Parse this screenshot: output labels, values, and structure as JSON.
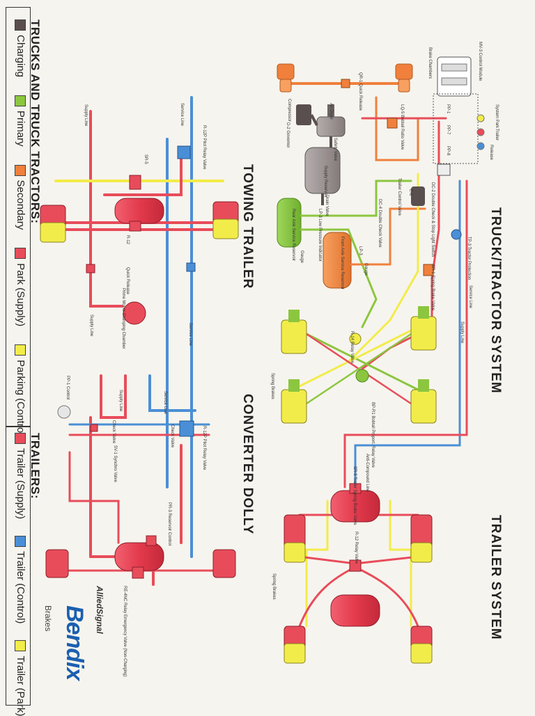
{
  "legend": {
    "truck_heading": "TRUCKS AND TRUCK TRACTORS:",
    "truck_items": [
      {
        "label": "Charging",
        "color": "#5a4f4f"
      },
      {
        "label": "Primary",
        "color": "#8cc63f"
      },
      {
        "label": "Secondary",
        "color": "#f0803c"
      },
      {
        "label": "Park (Supply)",
        "color": "#e84c5a"
      },
      {
        "label": "Parking (Control)",
        "color": "#f2ec4a"
      }
    ],
    "trailer_heading": "TRAILERS:",
    "trailer_items": [
      {
        "label": "Trailer (Supply)",
        "color": "#e84c5a"
      },
      {
        "label": "Trailer (Control)",
        "color": "#4a8fd6"
      },
      {
        "label": "Trailer (Park)",
        "color": "#f2ec4a"
      }
    ]
  },
  "titles": {
    "towing_trailer": "TOWING TRAILER",
    "converter_dolly": "CONVERTER DOLLY",
    "truck_tractor_system": "TRUCK/TRACTOR SYSTEM",
    "trailer_system": "TRAILER SYSTEM"
  },
  "brand": {
    "logo": "Bendix",
    "sub": "Brakes",
    "corp": "AlliedSignal"
  },
  "labels": {
    "r12p_pilot_relay": "R-12P Pilot Relay Valve",
    "service_line_towing": "Service Line",
    "supply_line_towing": "Supply Line",
    "sr5_towing": "SR-5",
    "r12_towing": "R-12",
    "quick_release_towing": "Quick Release",
    "prime_mover_chamber": "Prime Mover Clamping Chamber",
    "service_line_mid": "Service Line",
    "supply_line_mid": "Supply Line",
    "service_line_dolly": "Service Line",
    "supply_line_dolly": "Supply Line",
    "check_valve_dolly": "Check Valve",
    "check_valve_dolly_2": "Check Valve",
    "pp1_control": "PP-1 Control",
    "r12p_relay_dolly": "R-12P Pilot Relay Valve",
    "sv1_synchro": "SV-1 Synchro Valve",
    "pr3_reservoir": "PR-3 Reservoir Control",
    "re4nc_relay": "RE-4NC Relay Emergency Valve (Non-Charging)",
    "brake_chambers": "Brake Chambers",
    "qr1_quick_release": "QR-1 Quick Release",
    "compressor": "Compressor",
    "d2_governor": "D-2 Governor",
    "air_dryer": "Air Dryer",
    "safety_valve": "Safety Valve",
    "supply_reservoir": "Supply Reservoir",
    "drain_valve": "Drain Valve",
    "rear_axle_reservoir": "Rear Axle Service Reservoir",
    "lp3_low_pressure": "LP-3 Low Pressure Indicator",
    "gauge_1": "Gauge",
    "front_axle_reservoir": "Front Axle Service Reservoir",
    "lp3_2": "LP-3",
    "gauge_2": "Gauge",
    "lq5_bobtail": "LQ-5 Bobtail Ratio Valve",
    "dc4_double_check": "DC-4 Double Check Valve",
    "trailer_control_valve": "Trailer Control Valve",
    "e6_brake": "E-6",
    "mv3_module": "MV-3 Control Module",
    "system_park_label": "System Park",
    "trailer_label": "Trailer",
    "release_label": "Release",
    "pp1_tractor": "PP-1",
    "pp7_tractor": "PP-7",
    "pp8_tractor": "PP-8",
    "dc2_double_check": "DC-2 Double Check & Stop Light Switch",
    "tp3_tractor_protection": "TP-3 Tractor Protection",
    "service_line_tractor": "Service Line",
    "supply_line_tractor": "Supply Line",
    "sr1_spring": "SR-1 Spring Brake Valve",
    "r14_relay": "R-14 Relay Valve",
    "bp_r1_bobtail": "BP-R1 Bobtail Proport. Relay Valve",
    "spring_brakes_tractor": "Spring Brakes",
    "anti_compound": "Anti-Compound Line",
    "sr5_trailer": "SR-5 Trailer Spring Brake Valve",
    "r12_trailer": "R-12 Relay Valve",
    "spring_brakes_trailer": "Spring Brakes"
  }
}
